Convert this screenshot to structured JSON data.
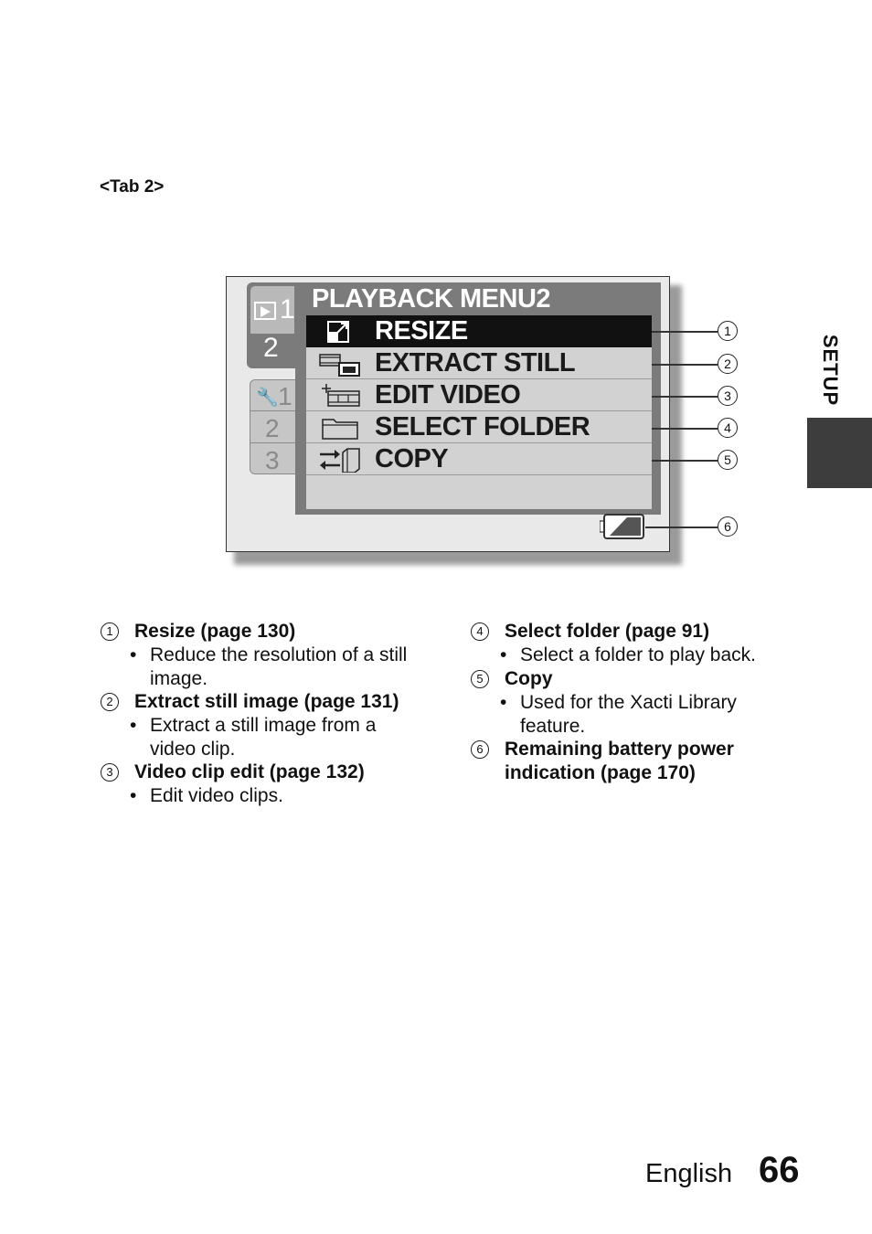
{
  "tab_heading": "<Tab 2>",
  "side_tab": "SETUP",
  "screen": {
    "play_tabs": [
      "1",
      "2"
    ],
    "setup_tabs": [
      "1",
      "2",
      "3"
    ],
    "menu_title": "PLAYBACK MENU2",
    "items": [
      {
        "label": "RESIZE",
        "icon": "resize-icon",
        "selected": true
      },
      {
        "label": "EXTRACT STILL",
        "icon": "extract-still-icon",
        "selected": false
      },
      {
        "label": "EDIT VIDEO",
        "icon": "edit-video-icon",
        "selected": false
      },
      {
        "label": "SELECT FOLDER",
        "icon": "folder-icon",
        "selected": false
      },
      {
        "label": "COPY",
        "icon": "copy-icon",
        "selected": false
      }
    ],
    "callouts": [
      "1",
      "2",
      "3",
      "4",
      "5",
      "6"
    ]
  },
  "descriptions": {
    "d1": {
      "num": "1",
      "head": "Resize (page 130)",
      "bullet": "Reduce the resolution of a still",
      "cont": "image."
    },
    "d2": {
      "num": "2",
      "head": "Extract still image (page 131)",
      "bullet": "Extract a still image from a",
      "cont": "video clip."
    },
    "d3": {
      "num": "3",
      "head": "Video clip edit (page 132)",
      "bullet": "Edit video clips."
    },
    "d4": {
      "num": "4",
      "head": "Select folder (page 91)",
      "bullet": "Select a folder to play back."
    },
    "d5": {
      "num": "5",
      "head": "Copy",
      "bullet": "Used for the Xacti Library",
      "cont": "feature."
    },
    "d6": {
      "num": "6",
      "head": "Remaining battery power",
      "head2": "indication (page 170)"
    }
  },
  "footer": {
    "language": "English",
    "page": "66"
  }
}
